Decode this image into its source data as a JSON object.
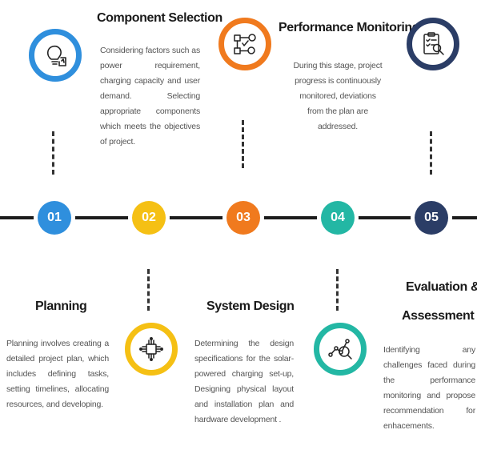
{
  "steps": [
    {
      "number": "01",
      "title": "Planning",
      "description": "Planning involves creating a detailed project plan, which includes defining tasks, setting timelines, allocating resources, and developing.",
      "color": "#2f8fdd",
      "icon": "lightbulb-icon"
    },
    {
      "number": "02",
      "title": "Component Selection",
      "description": "Considering factors such as power requirement, charging capacity and user demand. Selecting appropriate components which meets the objectives of project.",
      "color": "#f5c014",
      "icon": "chip-icon"
    },
    {
      "number": "03",
      "title": "System Design",
      "description": "Determining the design specifications for the solar-powered charging set-up, Designing physical layout and installation plan and hardware development .",
      "color": "#f07a1e",
      "icon": "flowchart-icon"
    },
    {
      "number": "04",
      "title": "Performance Monitoring",
      "description": "During this stage, project progress is continuously monitored, deviations from the plan are addressed.",
      "color": "#23b7a4",
      "icon": "analytics-search-icon"
    },
    {
      "number": "05",
      "title": "Evaluation & Assessment",
      "title_line1": "Evaluation &",
      "title_line2": "Assessment",
      "description": "Identifying any challenges faced during the performance monitoring and propose recommendation for enhacements.",
      "color": "#2b3d66",
      "icon": "checklist-magnifier-icon"
    }
  ]
}
